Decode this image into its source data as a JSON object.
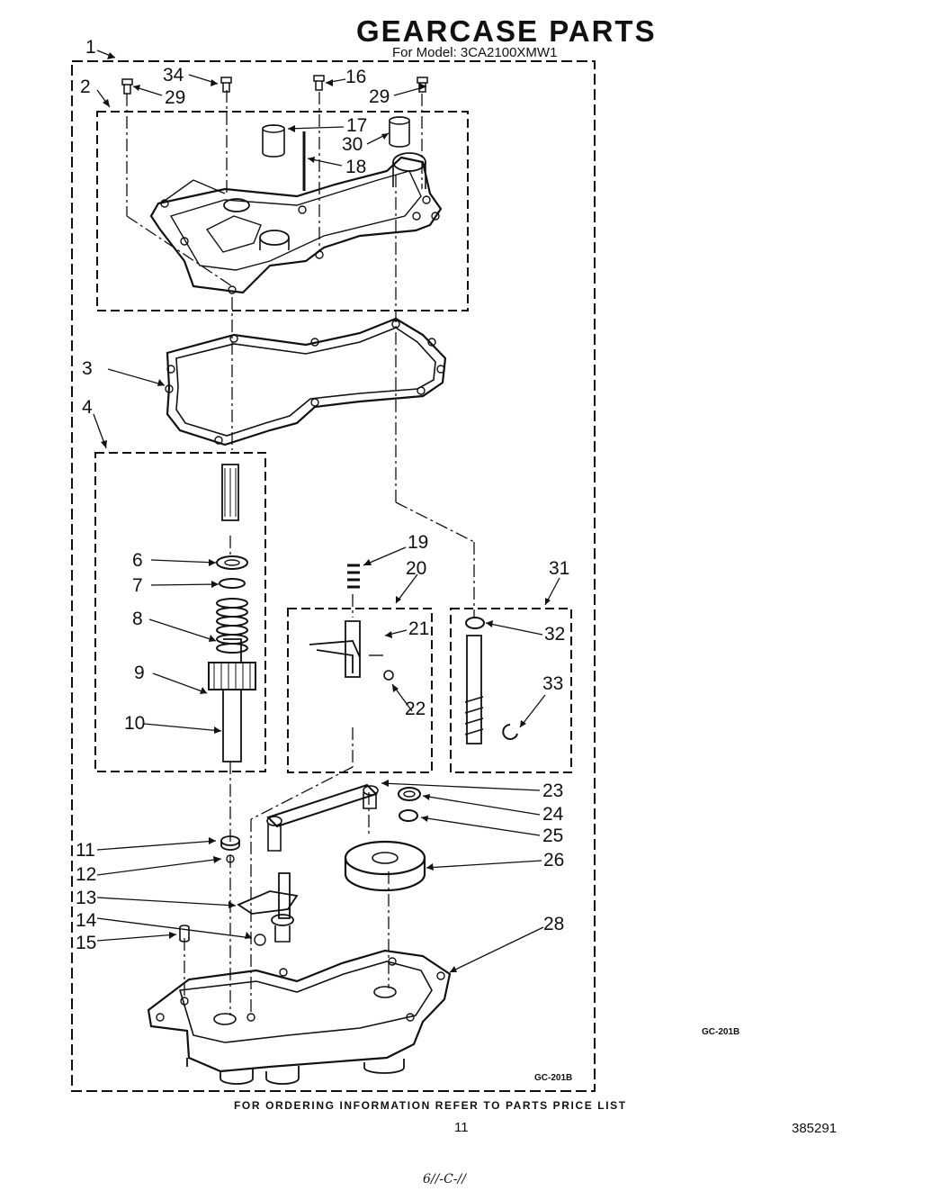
{
  "title": "GEARCASE PARTS",
  "subtitle": "For Model: 3CA2100XMW1",
  "footer": {
    "ordering_note": "FOR ORDERING INFORMATION REFER TO PARTS PRICE LIST",
    "page_number": "11",
    "document_number": "385291",
    "handwritten_note": "6//-C-//"
  },
  "diagram_codes": [
    "GC-201B",
    "GC-201B"
  ],
  "callouts": [
    "1",
    "2",
    "34",
    "29",
    "16",
    "29",
    "17",
    "30",
    "18",
    "3",
    "4",
    "6",
    "7",
    "8",
    "9",
    "10",
    "19",
    "20",
    "31",
    "21",
    "32",
    "22",
    "33",
    "23",
    "24",
    "25",
    "26",
    "11",
    "12",
    "13",
    "14",
    "15",
    "28"
  ],
  "colors": {
    "ink": "#111111",
    "paper": "#ffffff"
  }
}
